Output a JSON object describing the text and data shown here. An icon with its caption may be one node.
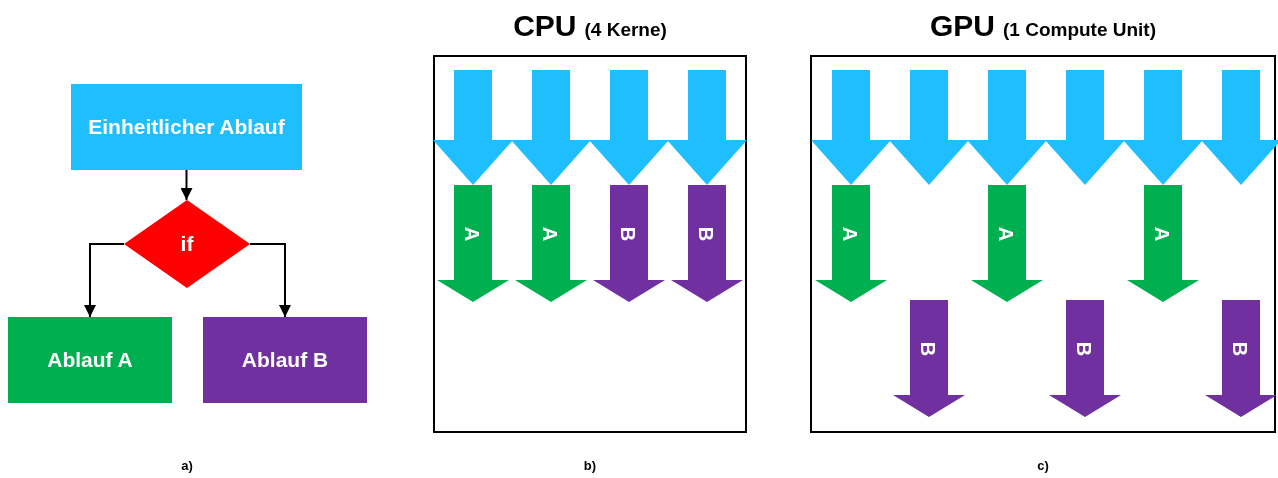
{
  "diagram": {
    "nodes": [
      {
        "text": [
          "Einheitlicher Ablauf"
        ]
      },
      {
        "text": [
          "if"
        ]
      },
      {
        "text": [
          "Ablauf A"
        ]
      },
      {
        "text": [
          "Ablauf B"
        ]
      },
      {
        "text": [
          "CPU",
          "(4 Kerne)"
        ]
      },
      {
        "text": [],
        "shape": "arrow",
        "in": 4
      },
      {
        "text": [],
        "shape": "arrow",
        "in": 4
      },
      {
        "text": [],
        "shape": "arrow",
        "in": 4
      },
      {
        "text": [],
        "shape": "arrow",
        "in": 4
      },
      {
        "text": [
          "A"
        ],
        "in": 4
      },
      {
        "text": [
          "A"
        ],
        "in": 4
      },
      {
        "text": [
          "B"
        ],
        "in": 4
      },
      {
        "text": [
          "B"
        ],
        "in": 4
      },
      {
        "text": [
          "GPU",
          "(1 Compute Unit)"
        ]
      },
      {
        "text": [],
        "shape": "arrow",
        "in": 13
      },
      {
        "text": [],
        "shape": "arrow",
        "in": 13
      },
      {
        "text": [],
        "shape": "arrow",
        "in": 13
      },
      {
        "text": [],
        "shape": "arrow",
        "in": 13
      },
      {
        "text": [],
        "shape": "arrow",
        "in": 13
      },
      {
        "text": [],
        "shape": "arrow",
        "in": 13
      },
      {
        "text": [
          "A"
        ],
        "in": 13
      },
      {
        "text": [
          "A"
        ],
        "in": 13
      },
      {
        "text": [
          "A"
        ],
        "in": 13
      },
      {
        "text": [
          "B"
        ],
        "in": 13
      },
      {
        "text": [
          "B"
        ],
        "in": 13
      },
      {
        "text": [
          "B"
        ],
        "in": 13
      }
    ],
    "edges": [
      {
        "from": 0,
        "to": 1,
        "arrow": "to"
      },
      {
        "from": 1,
        "to": 2,
        "arrow": "to"
      },
      {
        "from": 1,
        "to": 3,
        "arrow": "to"
      }
    ],
    "labels": [
      "a)",
      "b)",
      "c)"
    ]
  }
}
